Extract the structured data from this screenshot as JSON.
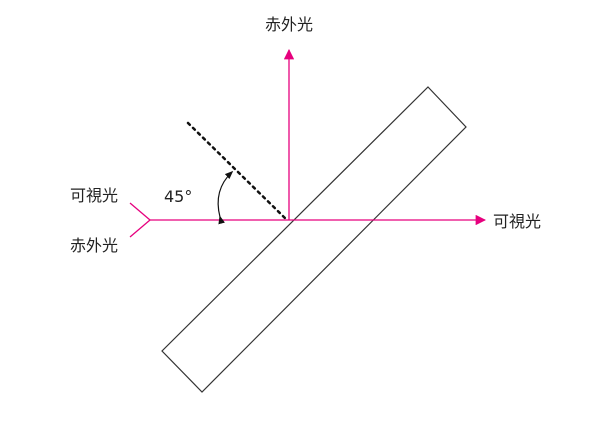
{
  "labels": {
    "infrared_top": "赤外光",
    "visible_left": "可視光",
    "infrared_left": "赤外光",
    "visible_right": "可視光",
    "angle": "45°"
  },
  "colors": {
    "beam": "#e6007e",
    "mirror_outline": "#333333",
    "dotted_normal": "#111111",
    "angle_arc": "#111111",
    "text": "#222222"
  }
}
